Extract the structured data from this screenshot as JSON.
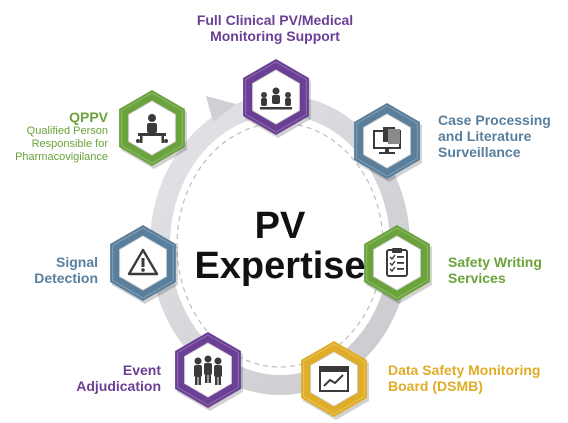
{
  "center": {
    "line1": "PV",
    "line2": "Expertise"
  },
  "colors": {
    "purple": "#6a3f94",
    "steel": "#5a7f9c",
    "green": "#6aa33c",
    "gold": "#e0ad29",
    "ring": "#d6d6da",
    "icon_bg": "#ffffff",
    "icon_fg": "#3a3a3a"
  },
  "nodes": [
    {
      "id": "full-clinical",
      "title_lines": [
        "Full Clinical PV/Medical",
        "Monitoring Support"
      ],
      "color": "purple",
      "icon": "team-meeting-icon"
    },
    {
      "id": "case-processing",
      "title_lines": [
        "Case Processing",
        "and Literature",
        "Surveillance"
      ],
      "color": "steel",
      "icon": "monitor-documents-icon"
    },
    {
      "id": "safety-writing",
      "title_lines": [
        "Safety Writing",
        "Services"
      ],
      "color": "green",
      "icon": "clipboard-checklist-icon"
    },
    {
      "id": "dsmb",
      "title_lines": [
        "Data Safety Monitoring",
        "Board (DSMB)"
      ],
      "color": "gold",
      "icon": "chart-window-icon"
    },
    {
      "id": "event-adjudication",
      "title_lines": [
        "Event",
        "Adjudication"
      ],
      "color": "purple",
      "icon": "people-group-icon"
    },
    {
      "id": "signal-detection",
      "title_lines": [
        "Signal",
        "Detection"
      ],
      "color": "steel",
      "icon": "warning-triangle-icon"
    },
    {
      "id": "qppv",
      "title_lines": [
        "QPPV"
      ],
      "subtitle_lines": [
        "Qualified Person",
        "Responsible for",
        "Pharmacovigilance"
      ],
      "color": "green",
      "icon": "person-desk-icon"
    }
  ]
}
